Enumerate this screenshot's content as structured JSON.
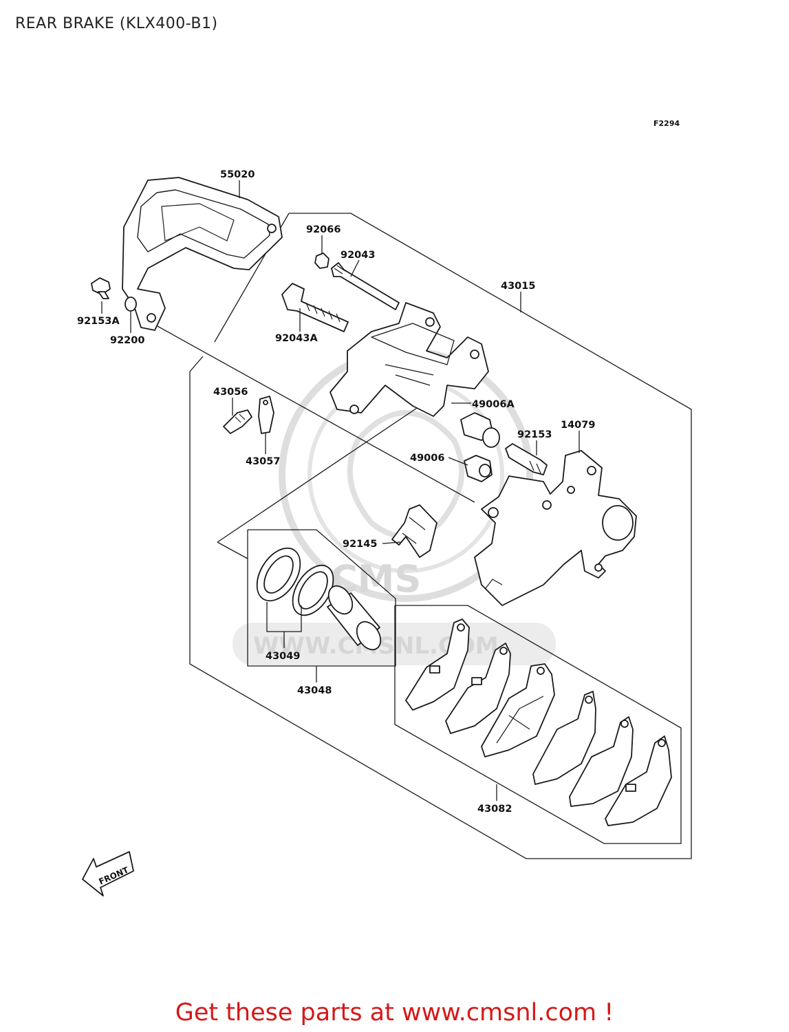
{
  "title": "REAR BRAKE (KLX400-B1)",
  "figure_code": "F2294",
  "watermark": {
    "logo_text": "CMS",
    "url_text": "WWW.CMSNL.COM"
  },
  "orientation_arrow_label": "FRONT",
  "footer_link": "Get these parts at www.cmsnl.com !",
  "part_callouts": {
    "p55020": "55020",
    "p92066": "92066",
    "p92043": "92043",
    "p43015": "43015",
    "p92153A": "92153A",
    "p92200": "92200",
    "p92043A": "92043A",
    "p43056": "43056",
    "p49006A": "49006A",
    "p92153": "92153",
    "p14079": "14079",
    "p43057": "43057",
    "p49006": "49006",
    "p92145": "92145",
    "p43049": "43049",
    "p43048": "43048",
    "p43082": "43082"
  },
  "colors": {
    "line": "#1a1a1a",
    "watermark": "#d8d8d8",
    "footer_link": "#d61818"
  }
}
